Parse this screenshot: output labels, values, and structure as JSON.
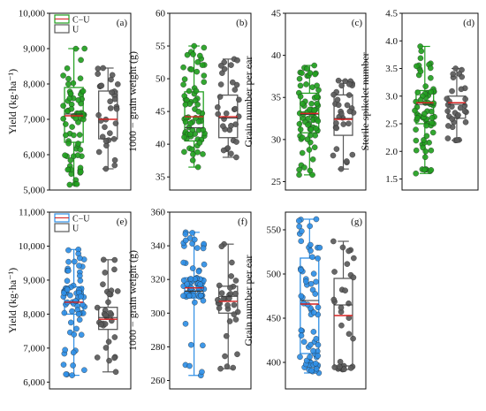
{
  "colors": {
    "green": "#22a020",
    "blue": "#2f8fe6",
    "grey": "#5a5a5a",
    "median": "#d62020",
    "axis": "#111111"
  },
  "legend_top": [
    "C−U",
    "U"
  ],
  "legend_bottom": [
    "C−U",
    "U"
  ],
  "chart_data": [
    {
      "type": "box",
      "panel": "(a)",
      "ylabel": "Yield (kg·ha⁻¹)",
      "ylim": [
        5000,
        10000
      ],
      "yticks": [
        5000,
        6000,
        7000,
        8000,
        9000,
        10000
      ],
      "tick_labels": [
        "5,000",
        "6,000",
        "7,000",
        "8,000",
        "9,000",
        "10,000"
      ],
      "series": [
        {
          "name": "C−U",
          "color": "green",
          "min": 5150,
          "q1": 6350,
          "median": 7150,
          "mean": 7100,
          "q3": 7900,
          "max": 9000
        },
        {
          "name": "U",
          "color": "grey",
          "min": 5600,
          "q1": 6450,
          "median": 7000,
          "mean": 7000,
          "q3": 7800,
          "max": 8450
        }
      ]
    },
    {
      "type": "box",
      "panel": "(b)",
      "ylabel": "1000 − grain weight (g)",
      "ylim": [
        33,
        60
      ],
      "yticks": [
        35,
        40,
        45,
        50,
        55,
        60
      ],
      "tick_labels": [
        "35",
        "40",
        "45",
        "50",
        "55",
        "60"
      ],
      "series": [
        {
          "name": "C−U",
          "color": "green",
          "min": 36.5,
          "q1": 40.5,
          "median": 42.5,
          "mean": 44.2,
          "q3": 48,
          "max": 55
        },
        {
          "name": "U",
          "color": "grey",
          "min": 38,
          "q1": 41,
          "median": 44,
          "mean": 44.2,
          "q3": 47.5,
          "max": 53
        }
      ]
    },
    {
      "type": "box",
      "panel": "(c)",
      "ylabel": "Grain number per ear",
      "ylim": [
        24,
        45
      ],
      "yticks": [
        25,
        30,
        35,
        40,
        45
      ],
      "tick_labels": [
        "25",
        "30",
        "35",
        "40",
        "45"
      ],
      "series": [
        {
          "name": "C−U",
          "color": "green",
          "min": 25.8,
          "q1": 30.8,
          "median": 33,
          "mean": 33.1,
          "q3": 35.5,
          "max": 38.8
        },
        {
          "name": "U",
          "color": "grey",
          "min": 26.5,
          "q1": 30.5,
          "median": 32.5,
          "mean": 32.4,
          "q3": 35.3,
          "max": 37
        }
      ]
    },
    {
      "type": "box",
      "panel": "(d)",
      "ylabel": "Sterile spikelet number",
      "ylim": [
        1.3,
        4.5
      ],
      "yticks": [
        1.5,
        2.0,
        2.5,
        3.0,
        3.5,
        4.0,
        4.5
      ],
      "tick_labels": [
        "1.5",
        "2.0",
        "2.5",
        "3.0",
        "3.5",
        "4.0",
        "4.5"
      ],
      "series": [
        {
          "name": "C−U",
          "color": "green",
          "min": 1.6,
          "q1": 2.5,
          "median": 2.85,
          "mean": 2.88,
          "q3": 3.1,
          "max": 3.9
        },
        {
          "name": "U",
          "color": "grey",
          "min": 2.2,
          "q1": 2.6,
          "median": 2.85,
          "mean": 2.88,
          "q3": 3.0,
          "max": 3.5
        }
      ]
    },
    {
      "type": "box",
      "panel": "(e)",
      "ylabel": "Yield (kg·ha⁻¹)",
      "ylim": [
        5800,
        11000
      ],
      "yticks": [
        6000,
        7000,
        8000,
        9000,
        10000,
        11000
      ],
      "tick_labels": [
        "6,000",
        "7,000",
        "8,000",
        "9,000",
        "10,000",
        "11,000"
      ],
      "series": [
        {
          "name": "C−U",
          "color": "blue",
          "min": 6200,
          "q1": 8000,
          "median": 8350,
          "mean": 8350,
          "q3": 8800,
          "max": 9900
        },
        {
          "name": "U",
          "color": "grey",
          "min": 6300,
          "q1": 7550,
          "median": 7900,
          "mean": 7850,
          "q3": 8200,
          "max": 9600
        }
      ]
    },
    {
      "type": "box",
      "panel": "(f)",
      "ylabel": "1000 − grain weight (g)",
      "ylim": [
        255,
        360
      ],
      "yticks": [
        260,
        280,
        300,
        320,
        340,
        360
      ],
      "tick_labels": [
        "260",
        "280",
        "300",
        "320",
        "340",
        "360"
      ],
      "series": [
        {
          "name": "C−U",
          "color": "blue",
          "min": 263,
          "q1": 309,
          "median": 313,
          "mean": 315,
          "q3": 321,
          "max": 348
        },
        {
          "name": "U",
          "color": "grey",
          "min": 267,
          "q1": 300,
          "median": 310,
          "mean": 307,
          "q3": 316,
          "max": 341
        }
      ]
    },
    {
      "type": "box",
      "panel": "(g)",
      "ylabel": "Grain number per ear",
      "ylim": [
        370,
        570
      ],
      "yticks": [
        400,
        450,
        500,
        550
      ],
      "tick_labels": [
        "400",
        "450",
        "500",
        "550"
      ],
      "series": [
        {
          "name": "C−U",
          "color": "blue",
          "min": 388,
          "q1": 410,
          "median": 470,
          "mean": 466,
          "q3": 518,
          "max": 562
        },
        {
          "name": "U",
          "color": "grey",
          "min": 392,
          "q1": 396,
          "median": 465,
          "mean": 453,
          "q3": 495,
          "max": 537
        }
      ]
    }
  ]
}
